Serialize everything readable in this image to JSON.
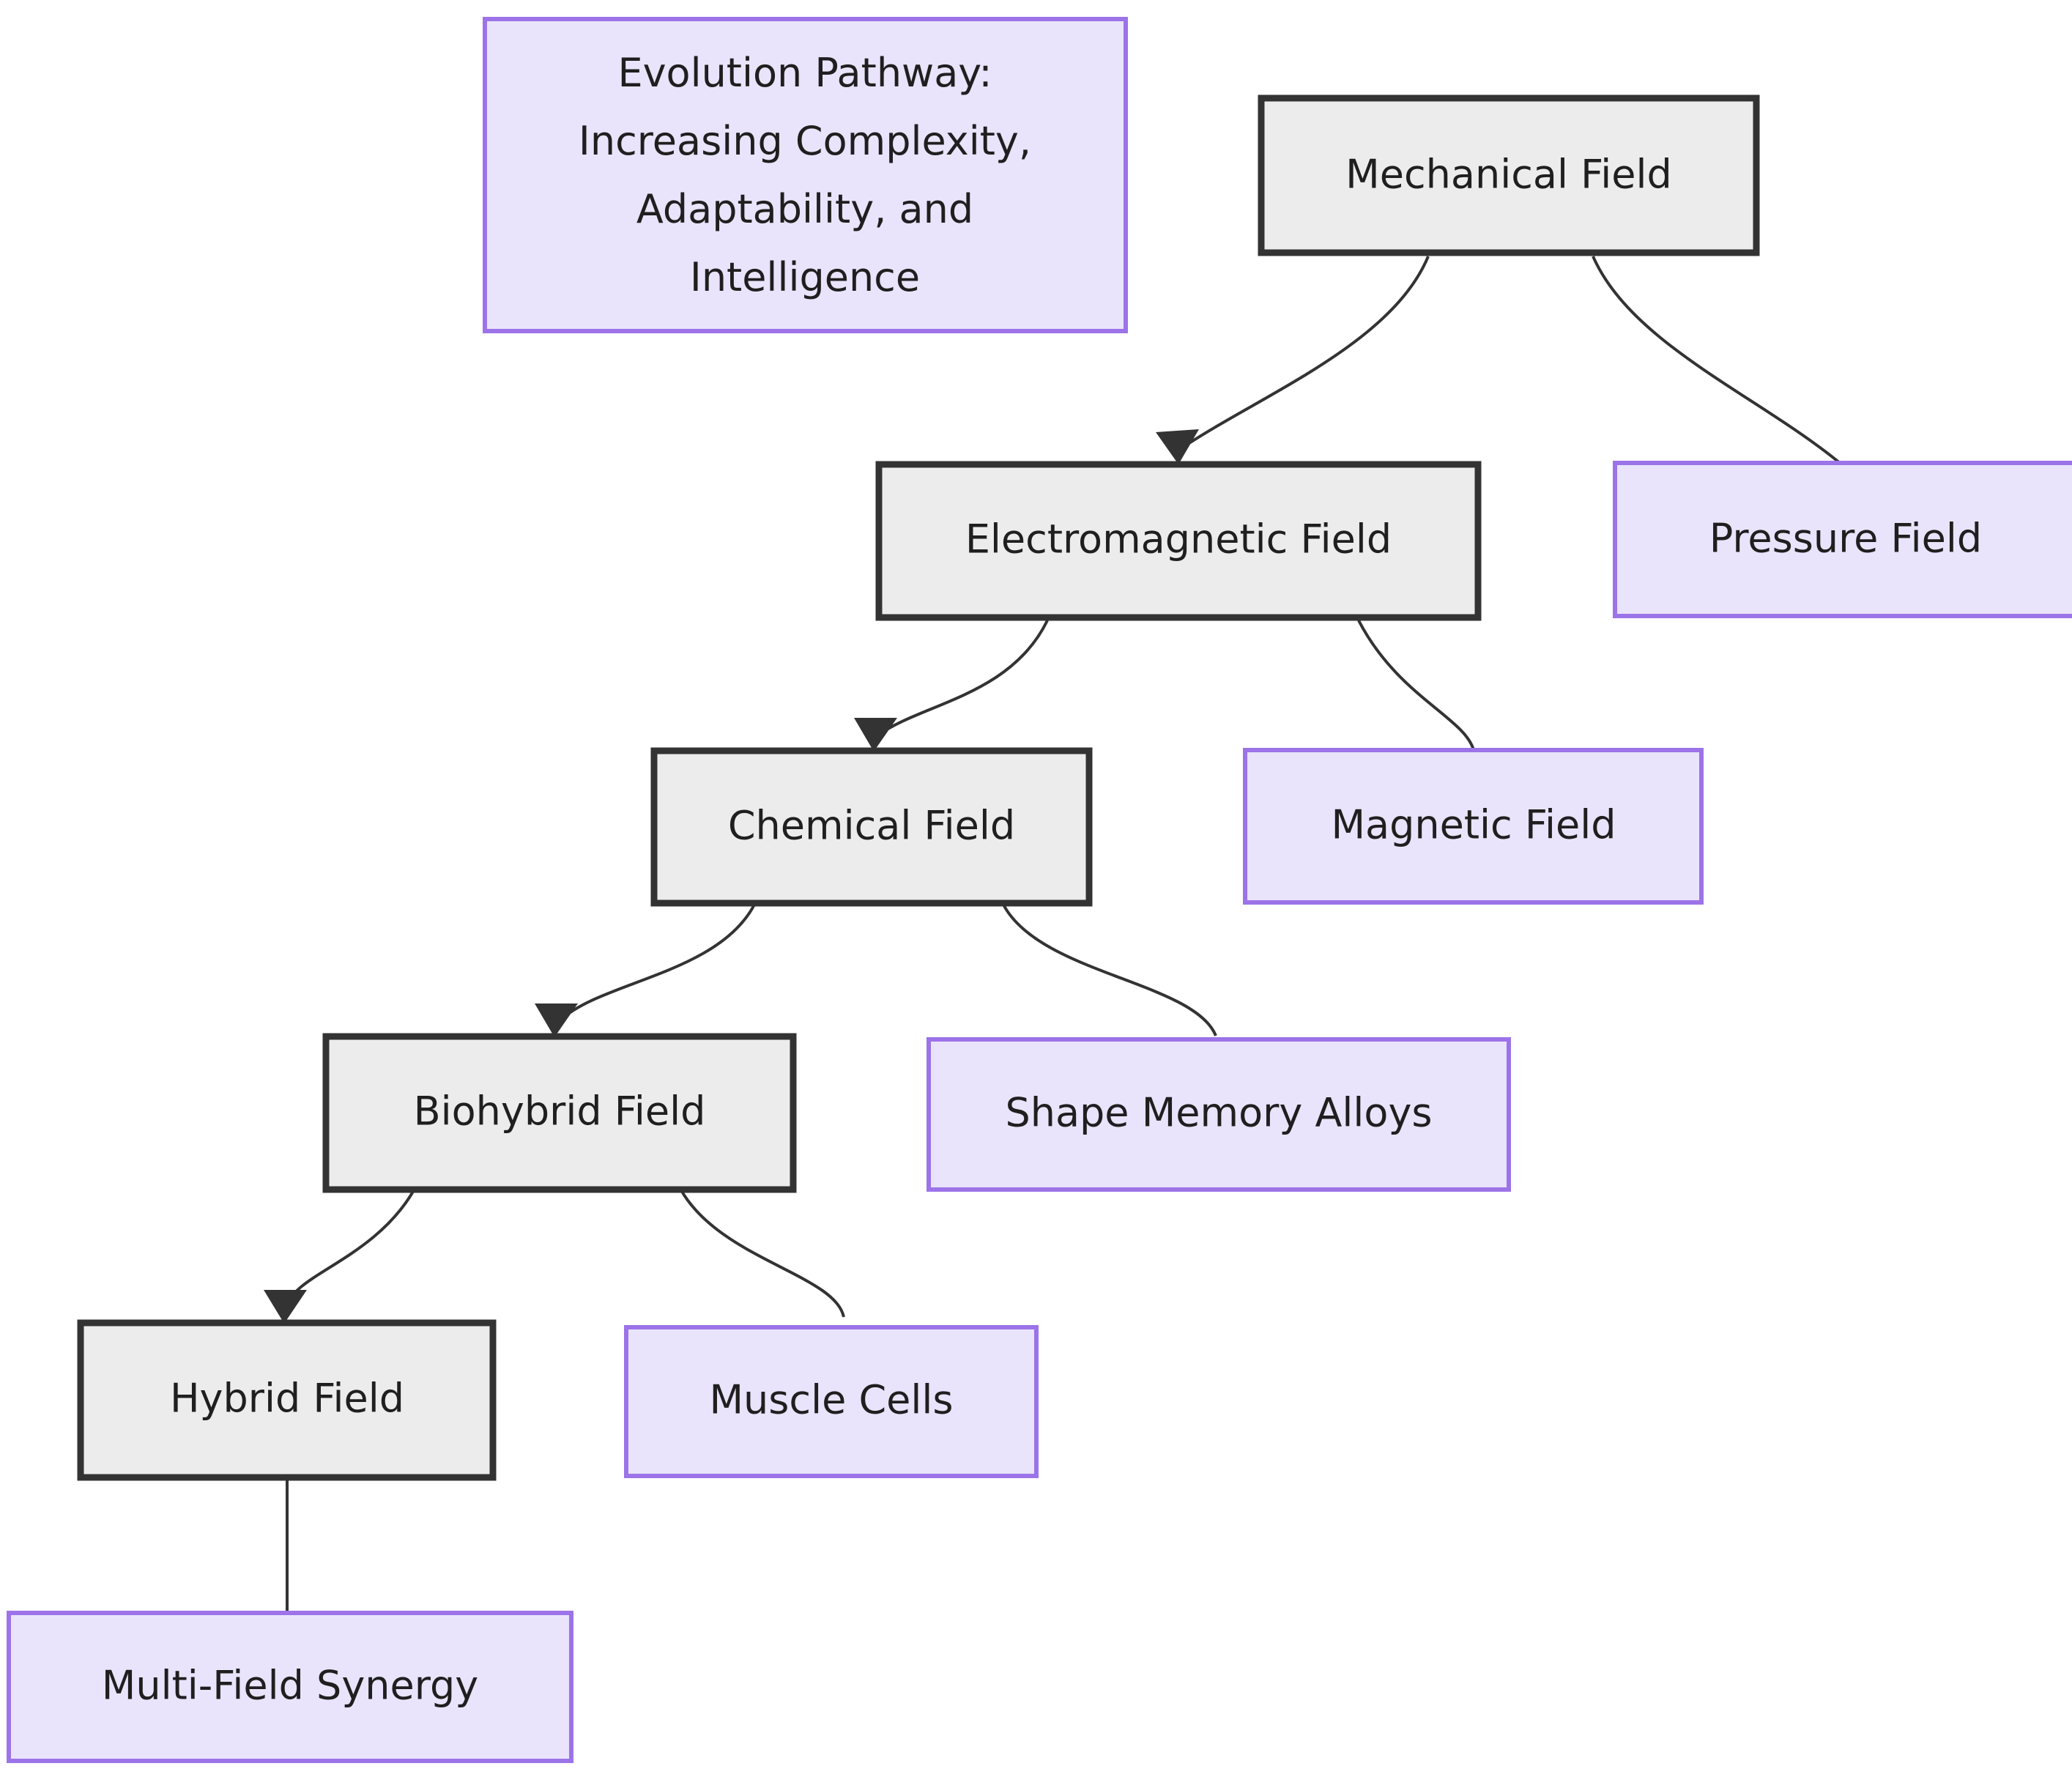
{
  "diagram": {
    "background_color": "#ffffff",
    "primary_node_fill": "#ececec",
    "primary_node_border": "#333333",
    "accent_node_fill": "#e9e4fb",
    "accent_node_border": "#9c73e8",
    "edge_color": "#333333",
    "text_color": "#1f1f1f"
  },
  "title_box": {
    "line1": "Evolution Pathway:",
    "line2": "Increasing Complexity,",
    "line3": "Adaptability, and",
    "line4": "Intelligence"
  },
  "nodes": {
    "mechanical_field": "Mechanical Field",
    "pressure_field": "Pressure Field",
    "electromagnetic_field": "Electromagnetic Field",
    "magnetic_field": "Magnetic Field",
    "chemical_field": "Chemical Field",
    "shape_memory_alloys": "Shape Memory Alloys",
    "biohybrid_field": "Biohybrid Field",
    "muscle_cells": "Muscle Cells",
    "hybrid_field": "Hybrid Field",
    "multi_field_synergy": "Multi-Field Synergy"
  },
  "edges": [
    {
      "from": "Mechanical Field",
      "to": "Electromagnetic Field",
      "arrow": true
    },
    {
      "from": "Mechanical Field",
      "to": "Pressure Field",
      "arrow": false
    },
    {
      "from": "Electromagnetic Field",
      "to": "Chemical Field",
      "arrow": true
    },
    {
      "from": "Electromagnetic Field",
      "to": "Magnetic Field",
      "arrow": false
    },
    {
      "from": "Chemical Field",
      "to": "Biohybrid Field",
      "arrow": true
    },
    {
      "from": "Chemical Field",
      "to": "Shape Memory Alloys",
      "arrow": false
    },
    {
      "from": "Biohybrid Field",
      "to": "Hybrid Field",
      "arrow": true
    },
    {
      "from": "Biohybrid Field",
      "to": "Muscle Cells",
      "arrow": false
    },
    {
      "from": "Hybrid Field",
      "to": "Multi-Field Synergy",
      "arrow": false
    }
  ]
}
